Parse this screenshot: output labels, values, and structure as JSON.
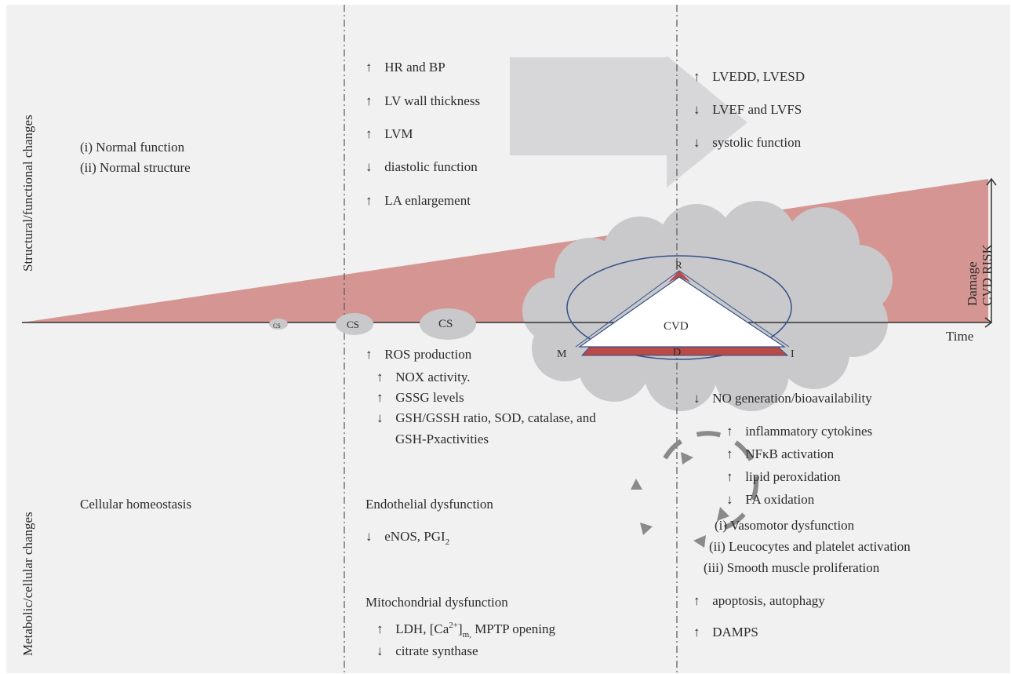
{
  "axes": {
    "left_top_label": "Structural/functional changes",
    "left_bottom_label": "Metabolic/cellular changes",
    "right_label_damage": "Damage",
    "right_label_risk": "CVD RISK",
    "time_label": "Time"
  },
  "stage1": {
    "structure": [
      "(i) Normal function",
      "(ii) Normal structure"
    ],
    "cellular": "Cellular homeostasis"
  },
  "stage2": {
    "structural_items": [
      {
        "arrow": "↑",
        "text": "HR and BP"
      },
      {
        "arrow": "↑",
        "text": "LV wall thickness"
      },
      {
        "arrow": "↑",
        "text": "LVM"
      },
      {
        "arrow": "↓",
        "text": "diastolic function"
      },
      {
        "arrow": "↑",
        "text": "LA enlargement"
      }
    ],
    "ros_header": {
      "arrow": "↑",
      "text": "ROS production"
    },
    "ros_items": [
      {
        "arrow": "↑",
        "text": "NOX activity."
      },
      {
        "arrow": "↑",
        "text": "GSSG levels"
      },
      {
        "arrow": "↓",
        "text": "GSH/GSSH ratio, SOD, catalase, and"
      }
    ],
    "ros_continuation": "GSH-Pxactivities",
    "endothelial_header": "Endothelial dysfunction",
    "endothelial_item_arrow": "↓",
    "endothelial_item_text": "eNOS, PGI",
    "endothelial_item_sub": "2",
    "mito_header": "Mitochondrial dysfunction",
    "mito_item1_arrow": "↑",
    "mito_item1_a": "LDH, [Ca",
    "mito_item1_sup": "2+",
    "mito_item1_b": "]",
    "mito_item1_sub": "m,",
    "mito_item1_c": " MPTP opening",
    "mito_item2_arrow": "↓",
    "mito_item2_text": "citrate synthase"
  },
  "stage3": {
    "structural_items": [
      {
        "arrow": "↑",
        "text": "LVEDD, LVESD"
      },
      {
        "arrow": "↓",
        "text": "LVEF and LVFS"
      },
      {
        "arrow": "↓",
        "text": "systolic function"
      }
    ],
    "no_item": {
      "arrow": "↓",
      "text": "NO generation/bioavailability"
    },
    "cycle_items": [
      {
        "arrow": "↑",
        "text": "inflammatory cytokines"
      },
      {
        "arrow": "↑",
        "text": "NFκB activation"
      },
      {
        "arrow": "↑",
        "text": "lipid peroxidation"
      },
      {
        "arrow": "↓",
        "text": "FA oxidation"
      }
    ],
    "roman_items": [
      {
        "num": "(i)",
        "text": "Vasomotor dysfunction"
      },
      {
        "num": "(ii)",
        "text": "Leucocytes and platelet activation"
      },
      {
        "num": "(iii)",
        "text": "Smooth muscle proliferation"
      }
    ],
    "late_items": [
      {
        "arrow": "↑",
        "text": "apoptosis, autophagy"
      },
      {
        "arrow": "↑",
        "text": "DAMPS"
      }
    ]
  },
  "cs_labels": [
    "CS",
    "CS",
    "CS"
  ],
  "triangle": {
    "center": "CVD",
    "top": "R",
    "left": "M",
    "right": "I",
    "bottom": "D"
  },
  "colors": {
    "background": "#f1f1f1",
    "risk_wedge": "#d59693",
    "cloud": "#c9c9cb",
    "triangle_red": "#b94a45",
    "ellipse_stroke": "#34508a",
    "big_arrow": "#d7d7d9"
  }
}
